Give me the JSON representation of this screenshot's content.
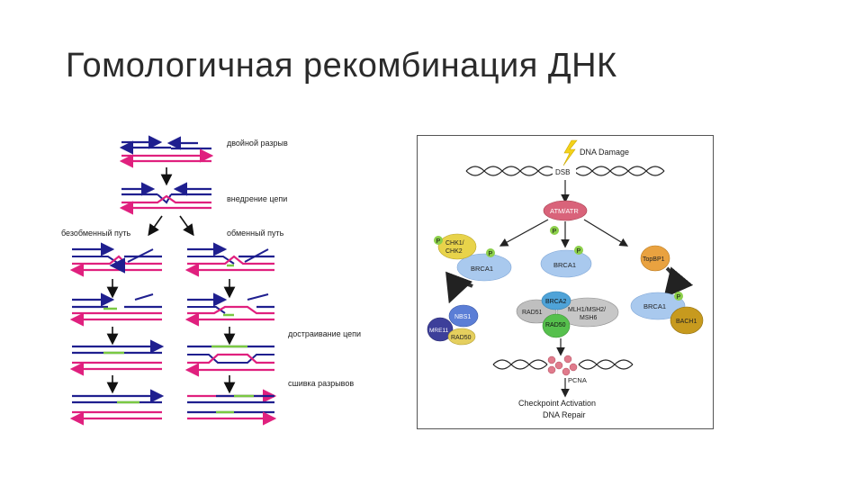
{
  "slide": {
    "title": "Гомологичная рекомбинация ДНК"
  },
  "left_diagram": {
    "labels": {
      "double_break": "двойной разрыв",
      "invasion": "внедрение цепи",
      "nonexchange_path": "безобменный путь",
      "exchange_path": "обменный путь",
      "completion": "достраивание цепи",
      "ligation": "сшивка разрывов"
    },
    "colors": {
      "strand_a": "#e0207e",
      "strand_b": "#1f1f8f",
      "new_dna": "#7ac943"
    }
  },
  "right_diagram": {
    "labels": {
      "dna_damage": "DNA Damage",
      "dsb": "DSB",
      "atm_atr": "ATM/ATR",
      "p": "P",
      "chk1": "CHK1/",
      "chk2": "CHK2",
      "brca1": "BRCA1",
      "topbp1": "TopBP1",
      "bach1": "BACH1",
      "brca2": "BRCA2",
      "rad51": "RAD51",
      "mlh1": "MLH1/MSH2/",
      "msh6": "MSH6",
      "rad50": "RAD50",
      "nbs1": "NBS1",
      "mre11": "MRE11",
      "rad50b": "RAD50",
      "pcna": "PCNA",
      "checkpoint": "Checkpoint Activation",
      "repair": "DNA Repair"
    },
    "colors": {
      "atm": "#d9637a",
      "brca1": "#a9c9ee",
      "chk": "#e8d34a",
      "p_badge": "#8ccf4a",
      "topbp1": "#e9a240",
      "bach1": "#c79a1e",
      "brca2": "#4fa3d8",
      "rad51": "#bfbfbf",
      "mlh1": "#c7c7c7",
      "rad50_green": "#56c04d",
      "nbs1": "#5b7ed6",
      "mre11": "#3d3f9a",
      "rad50_yellow": "#e5cf5e",
      "pcna": "#e07b8c",
      "dna_helix": "#222222"
    }
  }
}
